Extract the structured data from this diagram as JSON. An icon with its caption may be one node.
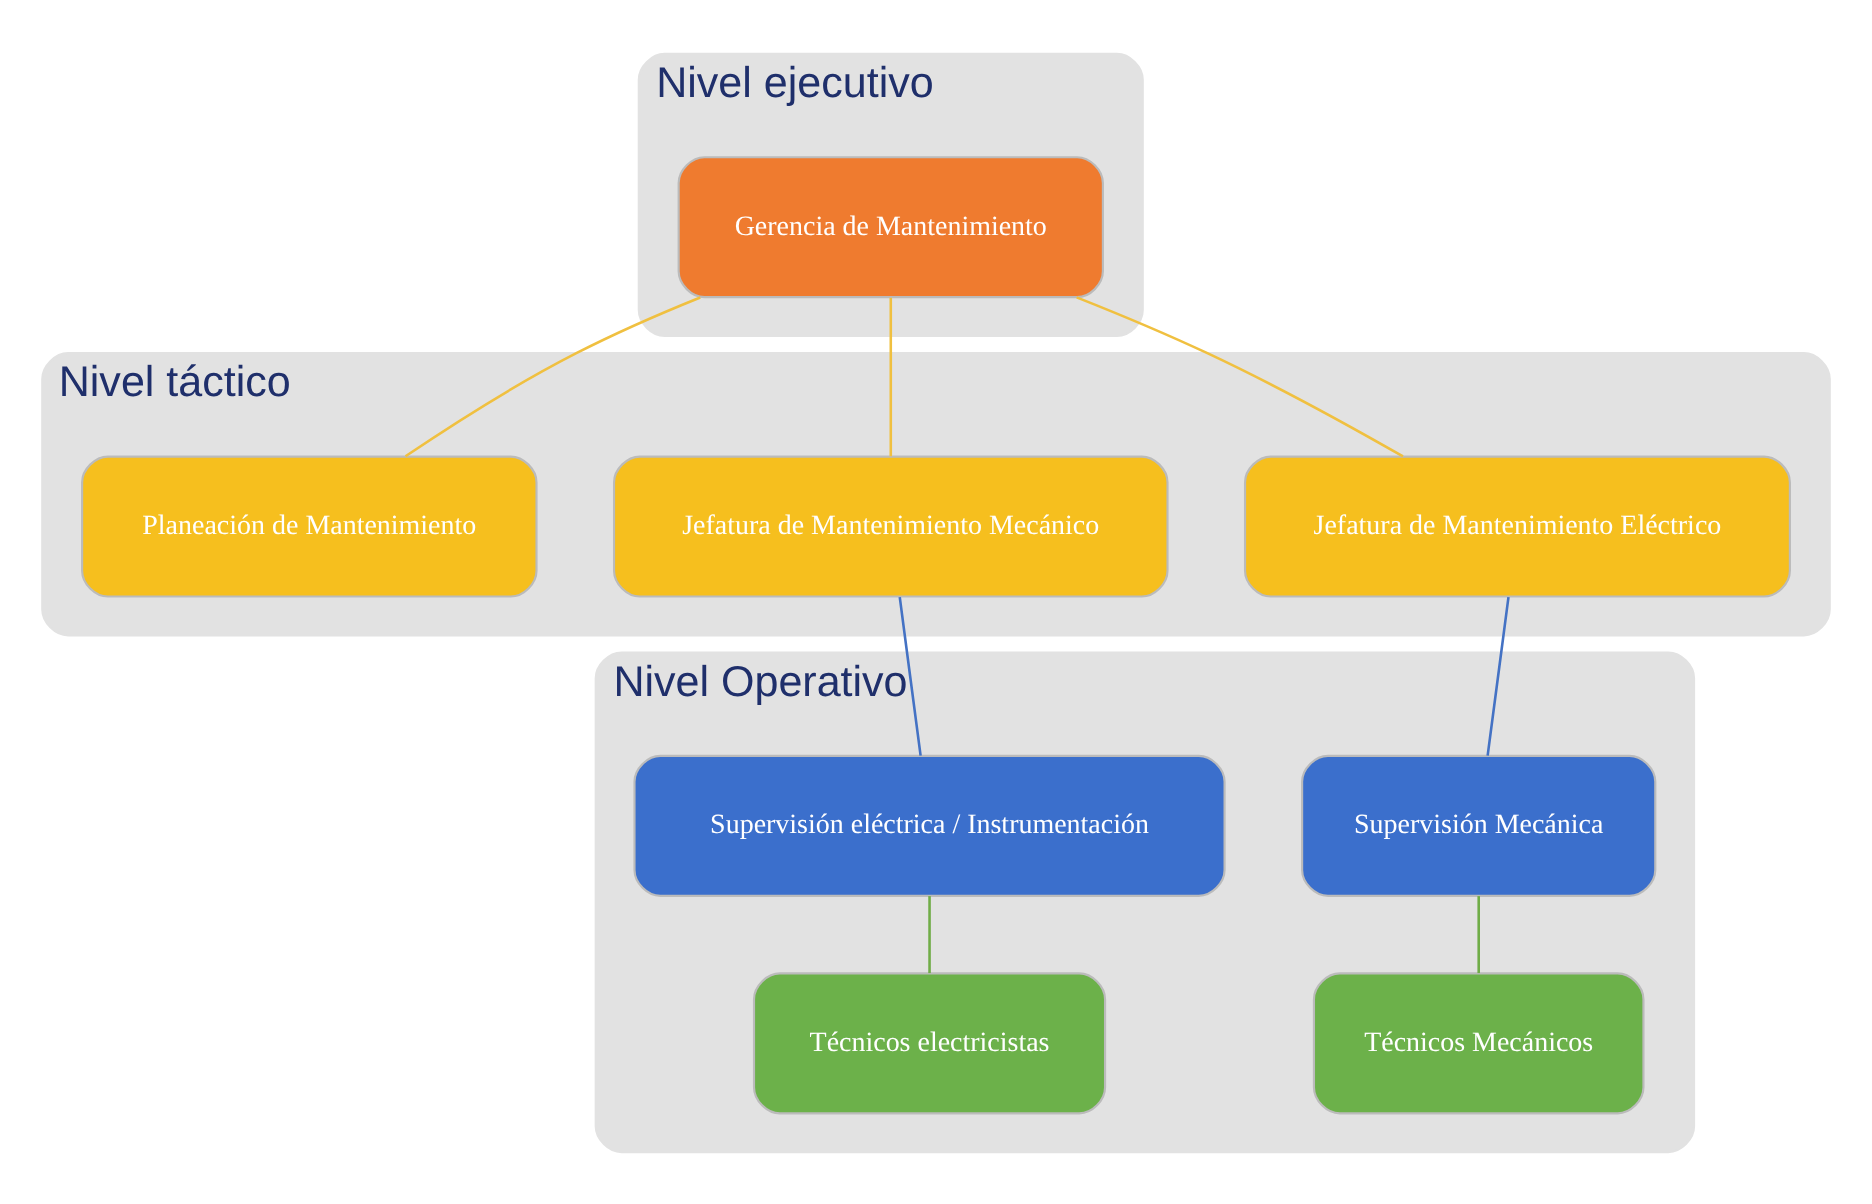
{
  "diagram": {
    "nodes": [
      {
        "text": [
          "Nivel ejecutivo"
        ]
      },
      {
        "text": [
          "Gerencia de Mantenimiento"
        ],
        "in": 0
      },
      {
        "text": [
          "Nivel táctico"
        ]
      },
      {
        "text": [
          "Jefatura de Mantenimiento Eléctrico"
        ],
        "in": 2
      },
      {
        "text": [
          "Jefatura de Mantenimiento Mecánico"
        ],
        "in": 2
      },
      {
        "text": [
          "Planeación de Mantenimiento"
        ],
        "in": 2
      },
      {
        "text": [
          "Nivel Operativo"
        ]
      },
      {
        "text": [
          "Supervisión Mecánica"
        ],
        "in": 6
      },
      {
        "text": [
          "Supervisión eléctrica / Instrumentación"
        ],
        "in": 6
      },
      {
        "text": [
          "Técnicos Mecánicos"
        ],
        "in": 6
      },
      {
        "text": [
          "Técnicos electricistas"
        ],
        "in": 6
      }
    ],
    "edges": [
      {
        "from": 1,
        "to": 3,
        "arrow": "none"
      },
      {
        "from": 1,
        "to": 4,
        "arrow": "none"
      },
      {
        "from": 1,
        "to": 5,
        "arrow": "none"
      },
      {
        "from": 3,
        "to": 7,
        "arrow": "none",
        "color": "#4472c4"
      },
      {
        "from": 7,
        "to": 9,
        "arrow": "none",
        "color": "#70ad47"
      },
      {
        "from": 4,
        "to": 8,
        "arrow": "none",
        "color": "#4472c4"
      },
      {
        "from": 8,
        "to": 10,
        "arrow": "none",
        "color": "#70ad47"
      }
    ]
  }
}
